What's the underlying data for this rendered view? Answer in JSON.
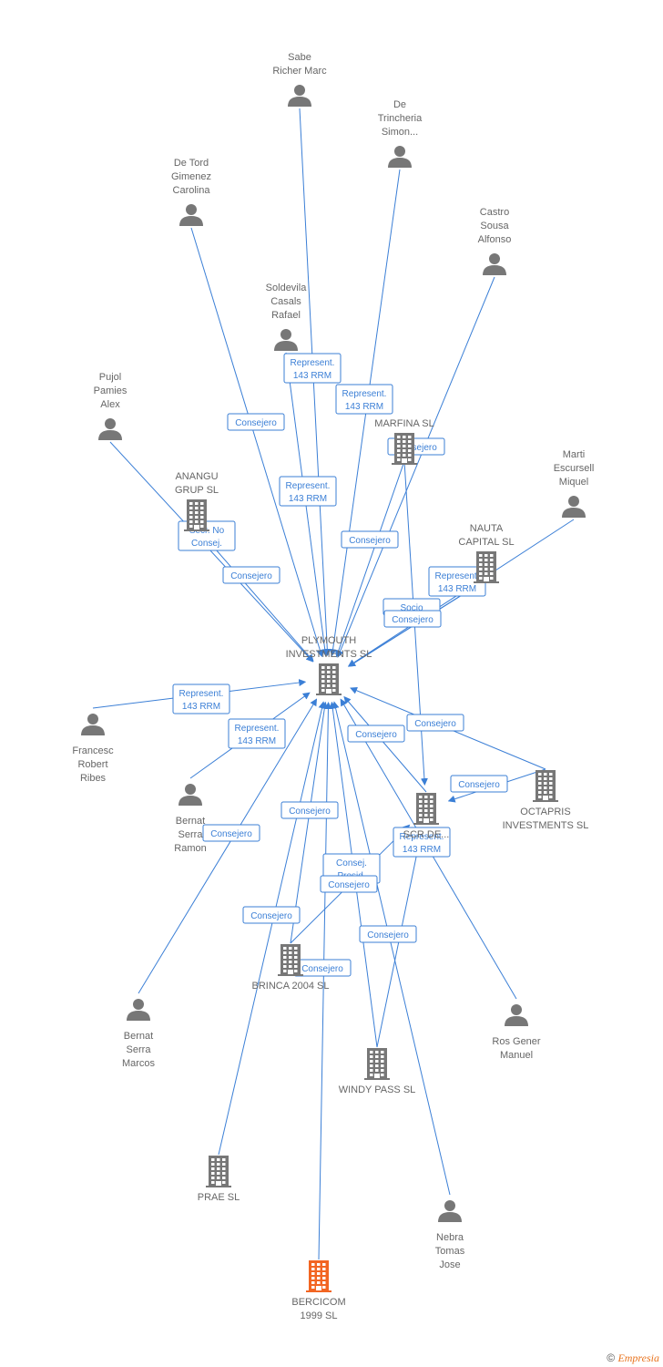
{
  "colors": {
    "edge": "#3b7fd6",
    "node": "#777777",
    "focus": "#f26522",
    "label": "#666666"
  },
  "nodes": [
    {
      "id": "sabe",
      "type": "person",
      "label": [
        "Sabe",
        "Richer Marc"
      ]
    },
    {
      "id": "trincheria",
      "type": "person",
      "label": [
        "De",
        "Trincheria",
        "Simon..."
      ]
    },
    {
      "id": "detord",
      "type": "person",
      "label": [
        "De Tord",
        "Gimenez",
        "Carolina"
      ]
    },
    {
      "id": "castro",
      "type": "person",
      "label": [
        "Castro",
        "Sousa",
        "Alfonso"
      ]
    },
    {
      "id": "soldevila",
      "type": "person",
      "label": [
        "Soldevila",
        "Casals",
        "Rafael"
      ]
    },
    {
      "id": "pujol",
      "type": "person",
      "label": [
        "Pujol",
        "Pamies",
        "Alex"
      ]
    },
    {
      "id": "marfina",
      "type": "company",
      "label": [
        "MARFINA SL"
      ]
    },
    {
      "id": "marti",
      "type": "person",
      "label": [
        "Marti",
        "Escursell",
        "Miquel"
      ]
    },
    {
      "id": "angu",
      "type": "company",
      "label": [
        "ANANGU",
        "GRUP SL"
      ]
    },
    {
      "id": "nauta",
      "type": "company",
      "label": [
        "NAUTA",
        "CAPITAL SL"
      ]
    },
    {
      "id": "plymouth",
      "type": "company",
      "label": [
        "PLYMOUTH",
        "INVESTMENTS SL"
      ]
    },
    {
      "id": "francesc",
      "type": "person",
      "label": [
        "Francesc",
        "Robert",
        "Ribes"
      ]
    },
    {
      "id": "bernatr",
      "type": "person",
      "label": [
        "Bernat",
        "Serra",
        "Ramon"
      ]
    },
    {
      "id": "octapris",
      "type": "company",
      "label": [
        "OCTAPRIS",
        "INVESTMENTS SL"
      ]
    },
    {
      "id": "scr",
      "type": "company",
      "label": [
        "SCR DE..."
      ]
    },
    {
      "id": "brinca",
      "type": "company",
      "label": [
        "BRINCA 2004 SL"
      ]
    },
    {
      "id": "bernatm",
      "type": "person",
      "label": [
        "Bernat",
        "Serra",
        "Marcos"
      ]
    },
    {
      "id": "rosgener",
      "type": "person",
      "label": [
        "Ros Gener",
        "Manuel"
      ]
    },
    {
      "id": "windy",
      "type": "company",
      "label": [
        "WINDY PASS SL"
      ]
    },
    {
      "id": "prae",
      "type": "company",
      "label": [
        "PRAE SL"
      ]
    },
    {
      "id": "nebra",
      "type": "person",
      "label": [
        "Nebra",
        "Tomas",
        "Jose"
      ]
    },
    {
      "id": "bercicom",
      "type": "focus",
      "label": [
        "BERCICOM",
        "1999 SL"
      ]
    }
  ],
  "edges": [
    {
      "from": "sabe",
      "to": "plymouth",
      "label": [
        "Represent.",
        "143 RRM"
      ]
    },
    {
      "from": "trincheria",
      "to": "plymouth",
      "label": [
        "Represent.",
        "143 RRM"
      ]
    },
    {
      "from": "detord",
      "to": "plymouth",
      "label": [
        "Consejero"
      ]
    },
    {
      "from": "soldevila",
      "to": "plymouth",
      "label": [
        "Represent.",
        "143 RRM"
      ]
    },
    {
      "from": "castro",
      "to": "plymouth",
      "label": [
        "Consejero"
      ]
    },
    {
      "from": "marfina",
      "to": "plymouth",
      "label": [
        "Consejero"
      ]
    },
    {
      "from": "pujol",
      "to": "plymouth",
      "label": [
        "Consejero"
      ]
    },
    {
      "from": "angu",
      "to": "plymouth",
      "label": [
        "Secr.  No",
        "Consej."
      ]
    },
    {
      "from": "marti",
      "to": "plymouth",
      "label": [
        "Represent.",
        "143 RRM"
      ]
    },
    {
      "from": "nauta",
      "to": "plymouth",
      "label": [
        "Socio"
      ]
    },
    {
      "from": "nauta",
      "to": "plymouth",
      "label": [
        "Consejero"
      ]
    },
    {
      "from": "francesc",
      "to": "plymouth",
      "label": [
        "Represent.",
        "143 RRM"
      ]
    },
    {
      "from": "bernatr",
      "to": "plymouth",
      "label": [
        "Represent.",
        "143 RRM"
      ]
    },
    {
      "from": "octapris",
      "to": "plymouth",
      "label": [
        "Consejero"
      ]
    },
    {
      "from": "octapris",
      "to": "scr",
      "label": [
        "Consejero"
      ]
    },
    {
      "from": "marfina",
      "to": "scr",
      "label": []
    },
    {
      "from": "scr",
      "to": "plymouth",
      "label": [
        "Consejero"
      ]
    },
    {
      "from": "bernatm",
      "to": "plymouth",
      "label": [
        "Consejero"
      ]
    },
    {
      "from": "brinca",
      "to": "plymouth",
      "label": [
        "Consejero"
      ]
    },
    {
      "from": "brinca",
      "to": "scr",
      "label": [
        "Consejero"
      ]
    },
    {
      "from": "windy",
      "to": "plymouth",
      "label": [
        "Consej.",
        "Presid."
      ]
    },
    {
      "from": "windy",
      "to": "scr",
      "label": [
        "Represent.",
        "143 RRM"
      ]
    },
    {
      "from": "rosgener",
      "to": "plymouth",
      "label": [
        "Consejero"
      ]
    },
    {
      "from": "prae",
      "to": "plymouth",
      "label": [
        "Consejero"
      ]
    },
    {
      "from": "nebra",
      "to": "plymouth",
      "label": [
        "Consejero"
      ]
    },
    {
      "from": "bercicom",
      "to": "plymouth",
      "label": []
    }
  ],
  "footer": {
    "copyright": "©",
    "brand": "Empresia"
  }
}
